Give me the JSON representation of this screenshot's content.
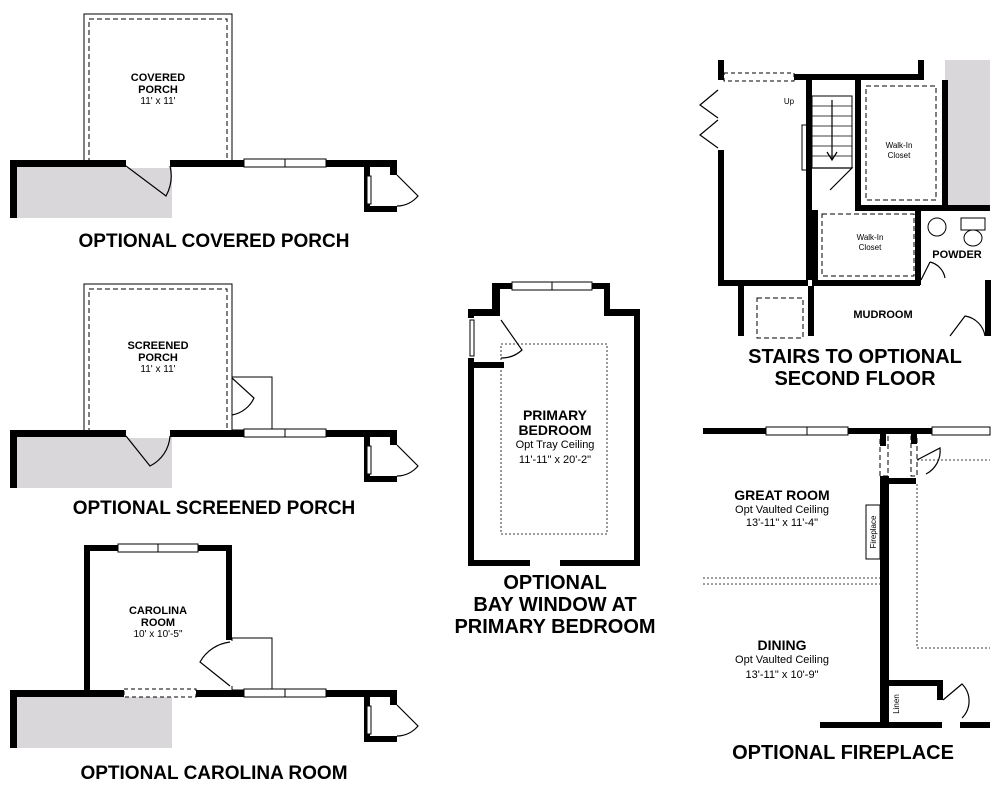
{
  "covered_porch": {
    "caption": "OPTIONAL COVERED PORCH",
    "room_name_line1": "COVERED",
    "room_name_line2": "PORCH",
    "room_dims": "11' x 11'"
  },
  "screened_porch": {
    "caption": "OPTIONAL SCREENED PORCH",
    "room_name_line1": "SCREENED",
    "room_name_line2": "PORCH",
    "room_dims": "11' x 11'"
  },
  "carolina_room": {
    "caption": "OPTIONAL CAROLINA ROOM",
    "room_name_line1": "CAROLINA",
    "room_name_line2": "ROOM",
    "room_dims": "10' x 10'-5\""
  },
  "bay_window": {
    "caption_line1": "OPTIONAL",
    "caption_line2": "BAY WINDOW AT",
    "caption_line3": "PRIMARY BEDROOM",
    "room_name_line1": "PRIMARY",
    "room_name_line2": "BEDROOM",
    "room_note": "Opt Tray Ceiling",
    "room_dims": "11'-11\" x 20'-2\""
  },
  "stairs": {
    "caption_line1": "STAIRS TO OPTIONAL",
    "caption_line2": "SECOND FLOOR",
    "up_label": "Up",
    "closet1_line1": "Walk-In",
    "closet1_line2": "Closet",
    "closet2_line1": "Walk-In",
    "closet2_line2": "Closet",
    "powder_label": "POWDER",
    "mudroom_label": "MUDROOM"
  },
  "fireplace": {
    "caption": "OPTIONAL FIREPLACE",
    "great_room_name": "GREAT ROOM",
    "great_room_note": "Opt Vaulted Ceiling",
    "great_room_dims": "13'-11\" x 11'-4\"",
    "dining_name": "DINING",
    "dining_note": "Opt Vaulted Ceiling",
    "dining_dims": "13'-11\" x 10'-9\"",
    "fireplace_label": "Fireplace",
    "linen_label": "Linen"
  },
  "colors": {
    "wall": "#000000",
    "exterior_fill": "#d9d7da",
    "background": "#ffffff"
  }
}
